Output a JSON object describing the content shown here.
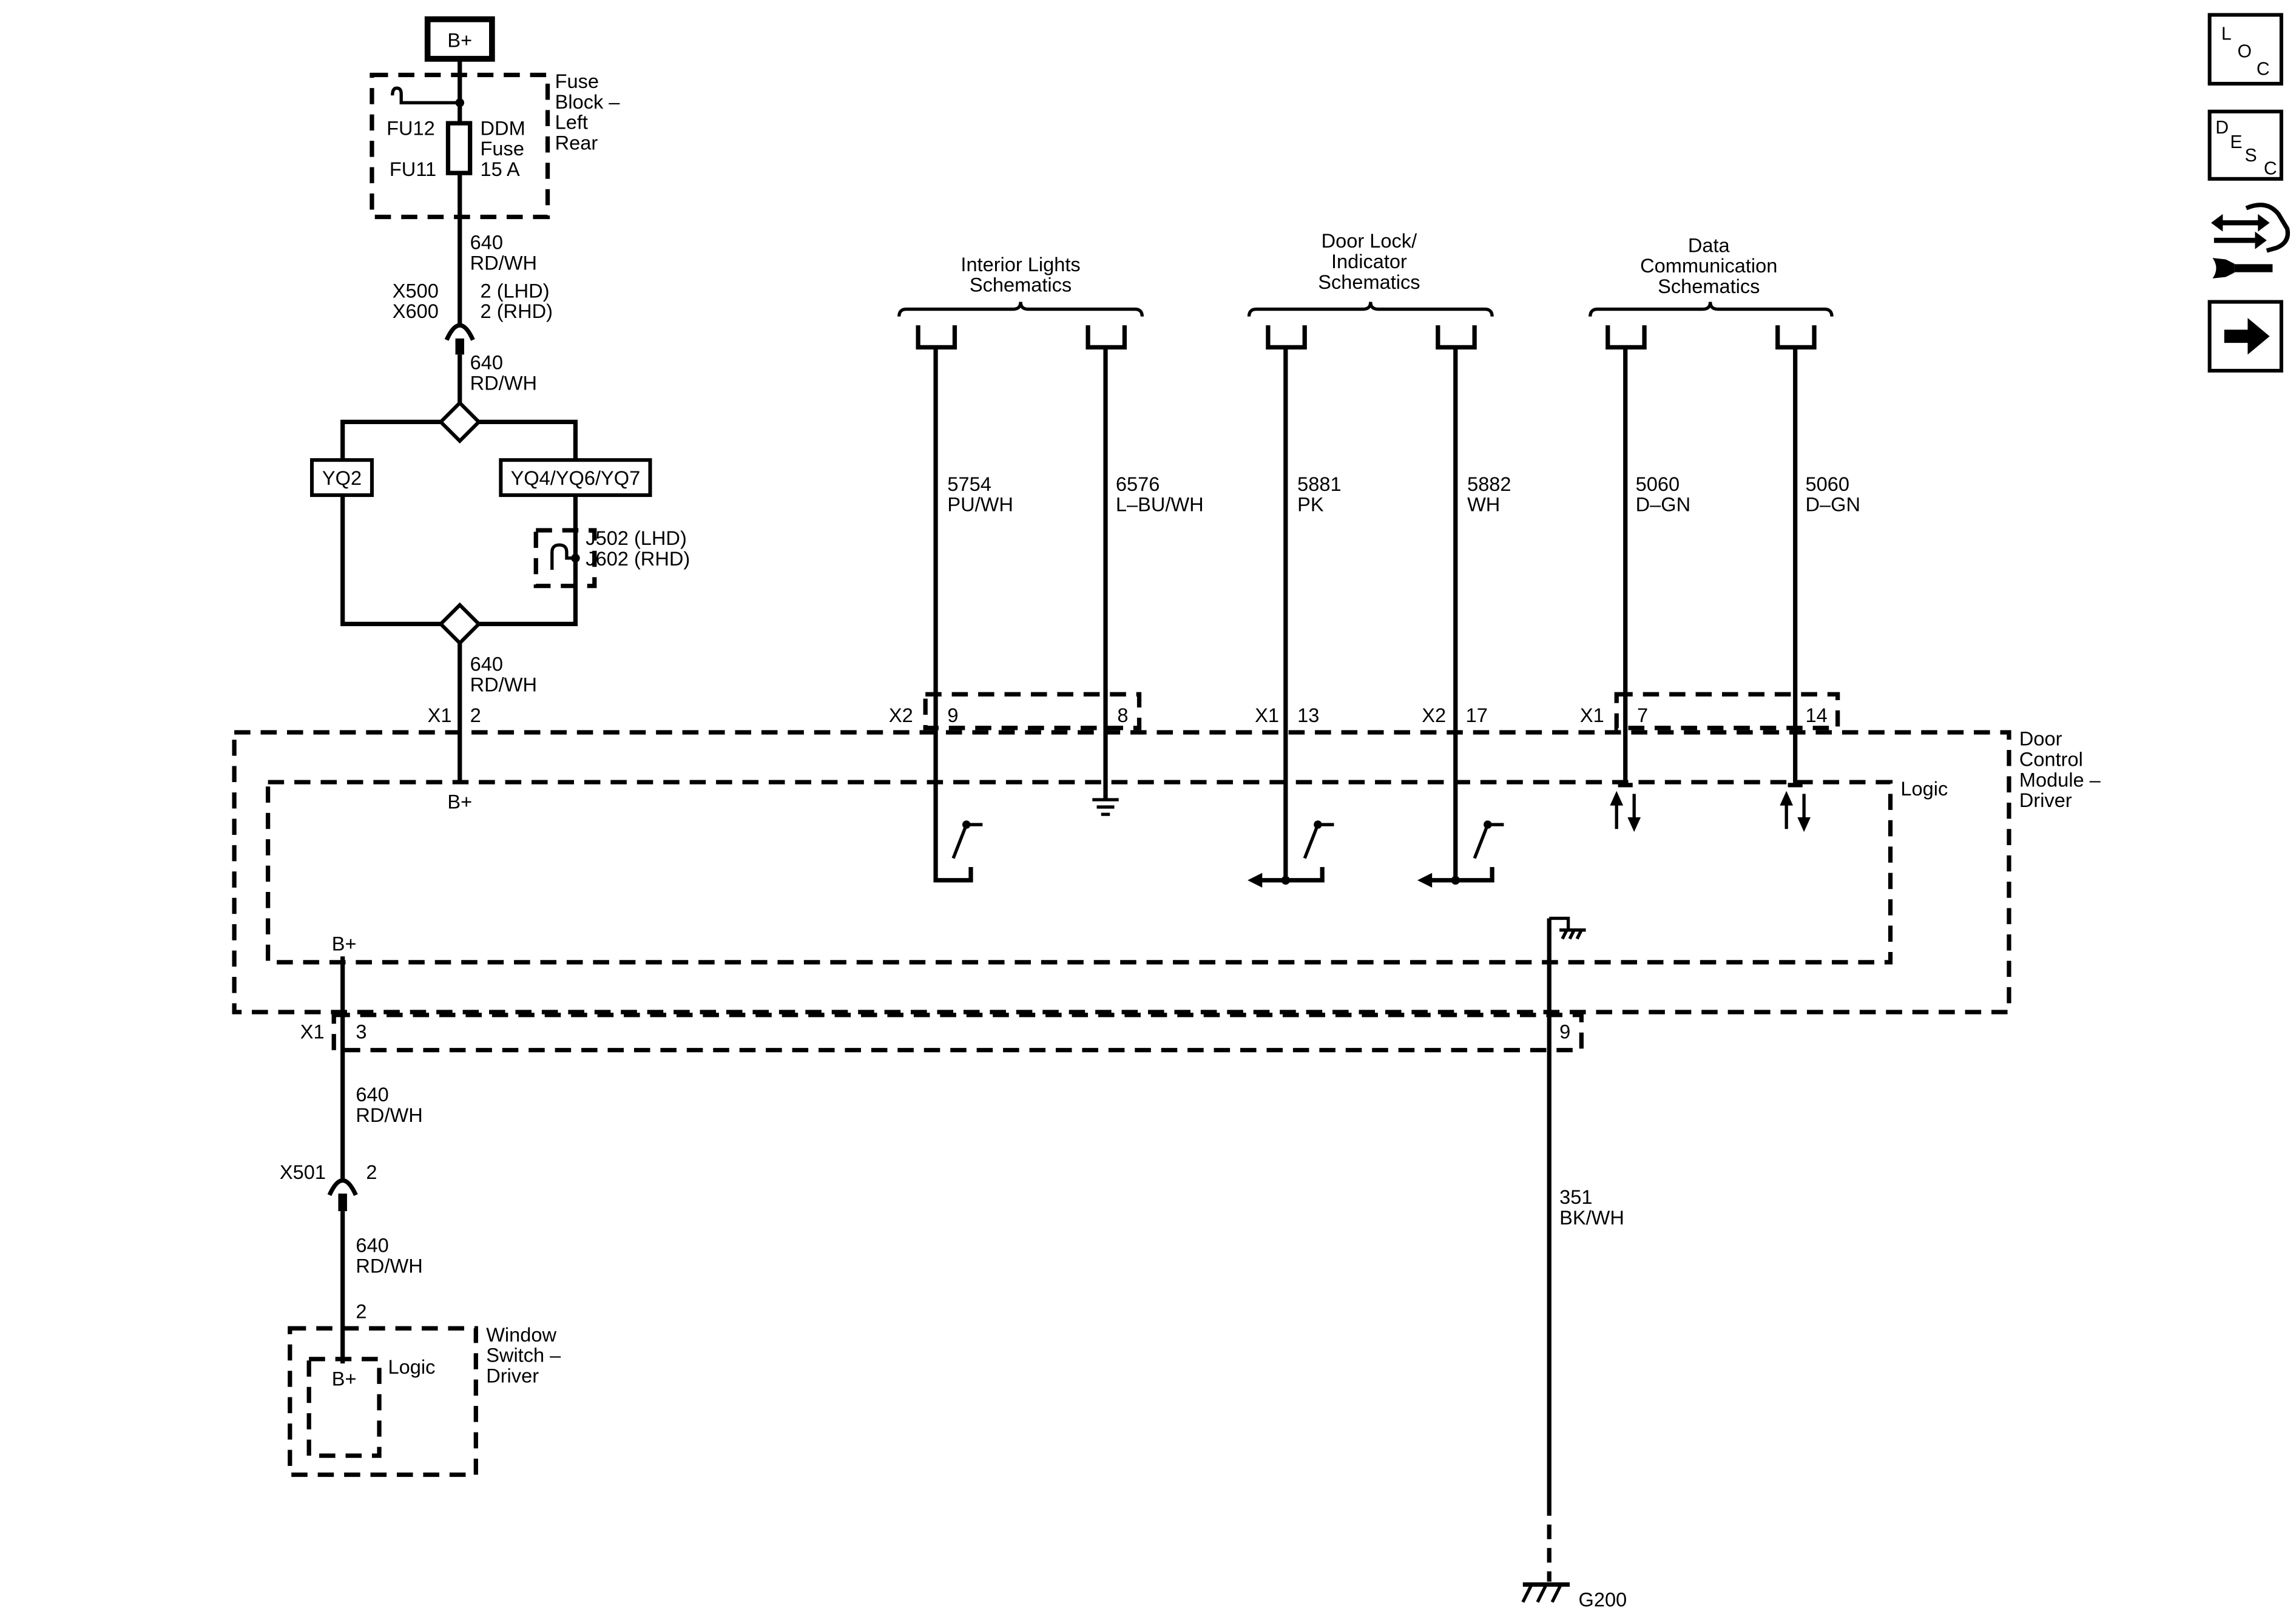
{
  "colors": {
    "line": "#000000",
    "background": "#ffffff"
  },
  "power_source": {
    "label": "B+"
  },
  "fuse_block": {
    "name": [
      "Fuse",
      "Block –",
      "Left",
      "Rear"
    ],
    "fuse_upper": "FU12",
    "fuse_lower": "FU11",
    "fuse_label": [
      "DDM",
      "Fuse",
      "15 A"
    ]
  },
  "feed_wire_1": {
    "circuit": "640",
    "wire_color": "RD/WH"
  },
  "inline_connector_1": {
    "names": [
      "X500",
      "X600"
    ],
    "pins": [
      "2 (LHD)",
      "2 (RHD)"
    ]
  },
  "feed_wire_2": {
    "circuit": "640",
    "wire_color": "RD/WH"
  },
  "option_codes": {
    "left": "YQ2",
    "right": "YQ4/YQ6/YQ7"
  },
  "jumper": {
    "names": [
      "J502 (LHD)",
      "J602 (RHD)"
    ]
  },
  "feed_wire_3": {
    "circuit": "640",
    "wire_color": "RD/WH"
  },
  "module_input": {
    "connector": "X1",
    "pin": "2",
    "function": "B+"
  },
  "references": [
    {
      "title": [
        "Interior Lights",
        "Schematics"
      ]
    },
    {
      "title": [
        "Door Lock/",
        "Indicator",
        "Schematics"
      ]
    },
    {
      "title": [
        "Data",
        "Communication",
        "Schematics"
      ]
    }
  ],
  "signal_circuits": [
    {
      "circuit": "5754",
      "wire_color": "PU/WH",
      "connector": "X2",
      "pin": "9"
    },
    {
      "circuit": "6576",
      "wire_color": "L–BU/WH",
      "pin": "8"
    },
    {
      "circuit": "5881",
      "wire_color": "PK",
      "connector": "X1",
      "pin": "13"
    },
    {
      "circuit": "5882",
      "wire_color": "WH",
      "connector": "X2",
      "pin": "17"
    },
    {
      "circuit": "5060",
      "wire_color": "D–GN",
      "connector": "X1",
      "pin": "7"
    },
    {
      "circuit": "5060",
      "wire_color": "D–GN",
      "pin": "14"
    }
  ],
  "module": {
    "name": [
      "Door",
      "Control",
      "Module –",
      "Driver"
    ],
    "logic_label": "Logic"
  },
  "module_output": {
    "function": "B+",
    "connector": "X1",
    "pin": "3"
  },
  "output_wire_1": {
    "circuit": "640",
    "wire_color": "RD/WH"
  },
  "inline_connector_2": {
    "name": "X501",
    "pin": "2"
  },
  "output_wire_2": {
    "circuit": "640",
    "wire_color": "RD/WH"
  },
  "window_switch": {
    "pin": "2",
    "name": [
      "Window",
      "Switch –",
      "Driver"
    ],
    "logic_label": "Logic",
    "function": "B+"
  },
  "ground": {
    "pin": "9",
    "circuit": "351",
    "wire_color": "BK/WH",
    "name": "G200"
  },
  "nav_icons": {
    "loc": [
      "L",
      "O",
      "C"
    ],
    "desc": [
      "D",
      "E",
      "S",
      "C"
    ],
    "diagnostic": "diagnostic-icon",
    "next": "arrow-right-icon"
  }
}
